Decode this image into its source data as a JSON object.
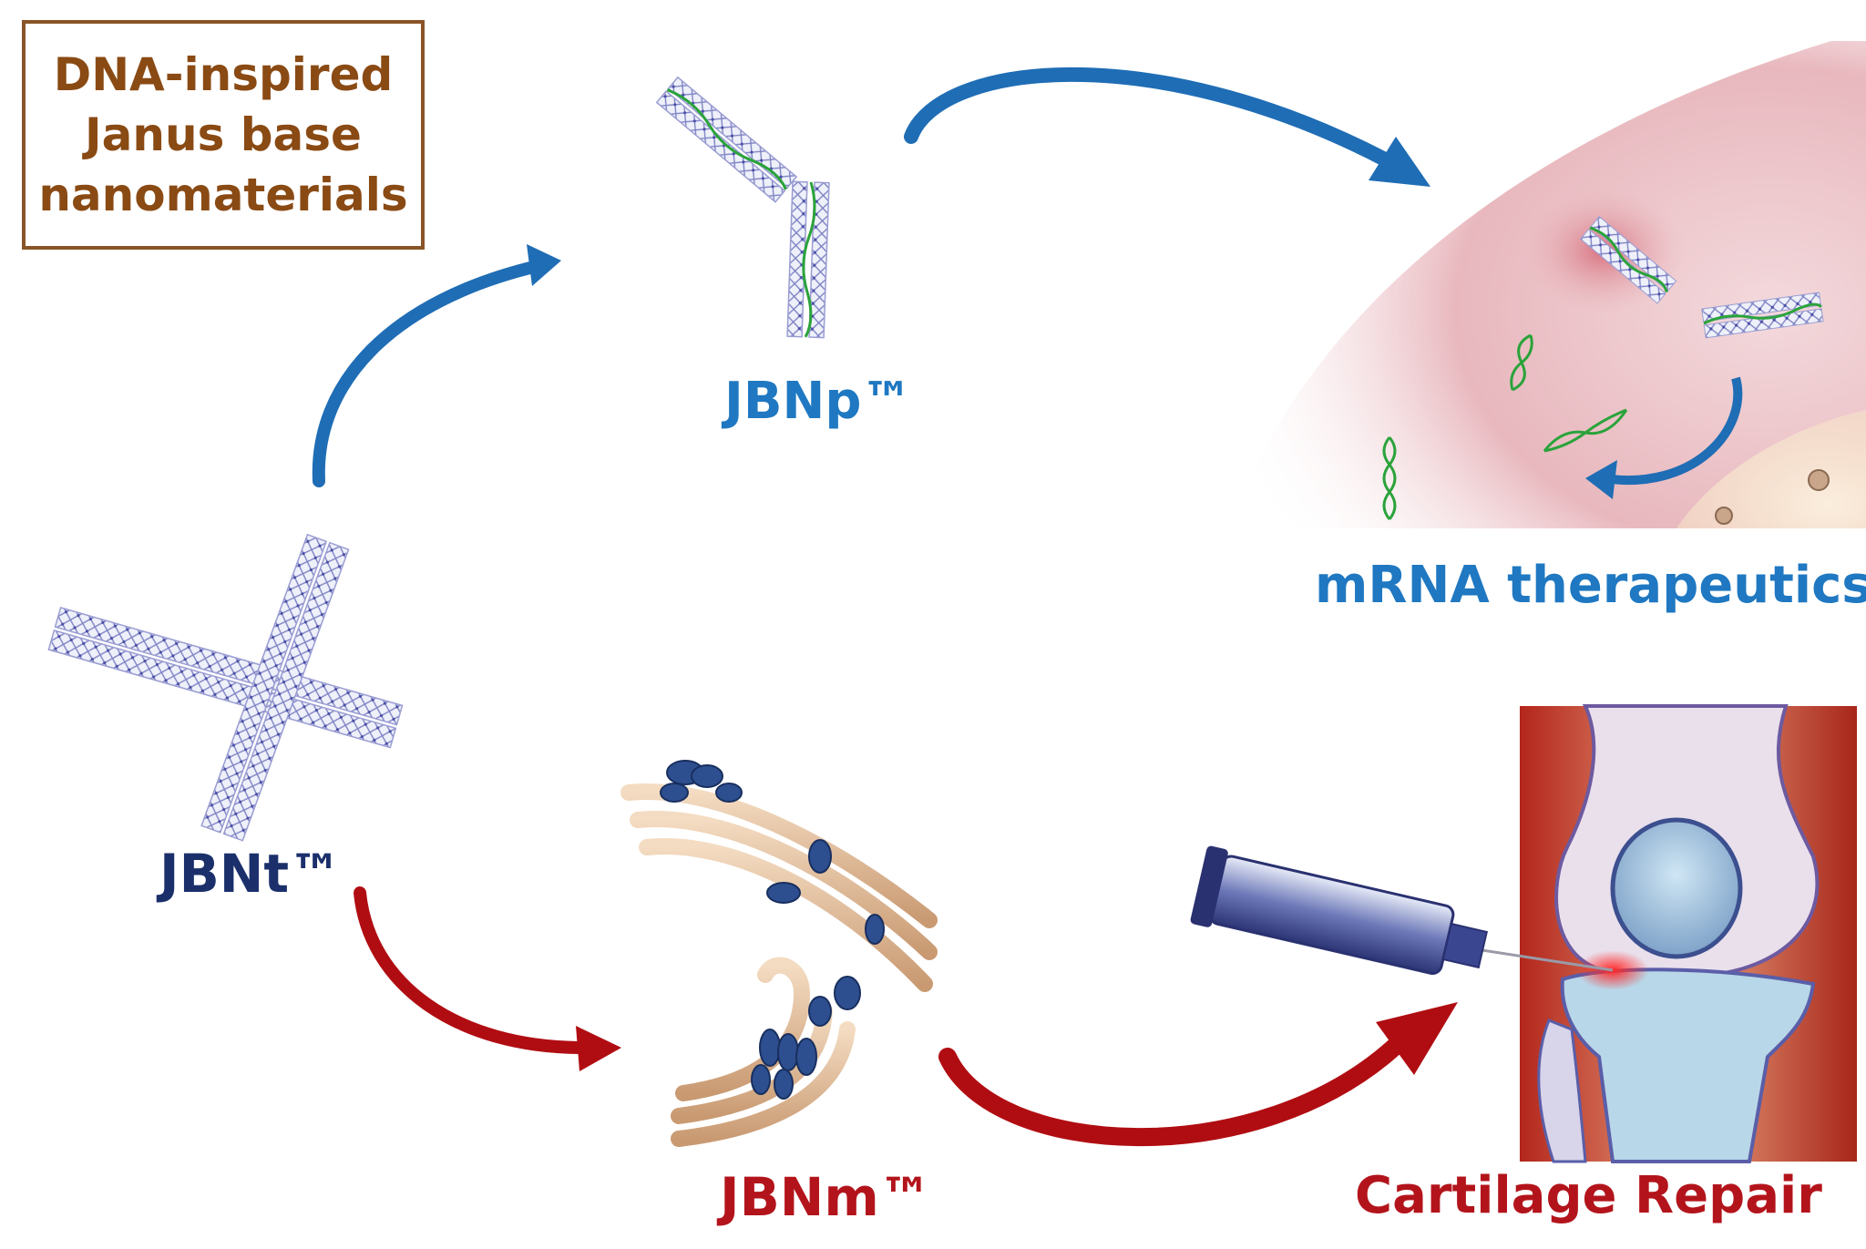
{
  "title": {
    "lines": [
      "DNA-inspired",
      "Janus base",
      "nanomaterials"
    ]
  },
  "labels": {
    "jbnp": "JBNp™",
    "jbnt": "JBNt™",
    "jbnm": "JBNm™",
    "mrna": "mRNA therapeutics",
    "cartilage": "Cartilage Repair"
  },
  "colors": {
    "title_text": "#8a4a14",
    "title_border": "#8a5427",
    "blue_arrow": "#1f6db5",
    "blue_label": "#1f78c1",
    "navy_label": "#1b2f6b",
    "red_arrow": "#b00d12",
    "red_label": "#b3141b",
    "rna_green": "#2aa33a",
    "nanotube": "#8c8fc8"
  }
}
